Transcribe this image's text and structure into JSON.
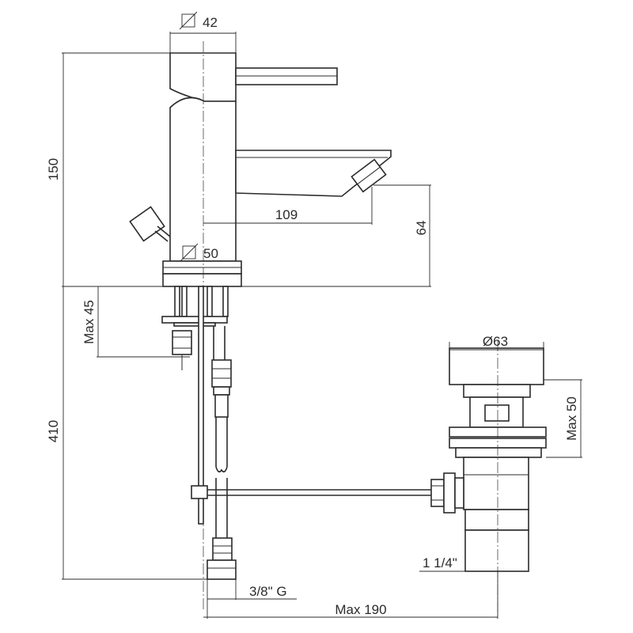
{
  "diagram": {
    "line_color": "#2b2b2b",
    "background": "#ffffff",
    "dimensions": {
      "body_diameter": "42",
      "base_diameter": "50",
      "height_above_deck": "150",
      "spout_reach": "109",
      "spout_height": "64",
      "deck_thickness": "Max 45",
      "length_below_deck": "410",
      "drain_diameter": "Ø63",
      "drain_height": "Max 50",
      "drain_thread": "1 1/4\"",
      "hose_thread": "3/8\" G",
      "overall_width": "Max 190"
    }
  }
}
